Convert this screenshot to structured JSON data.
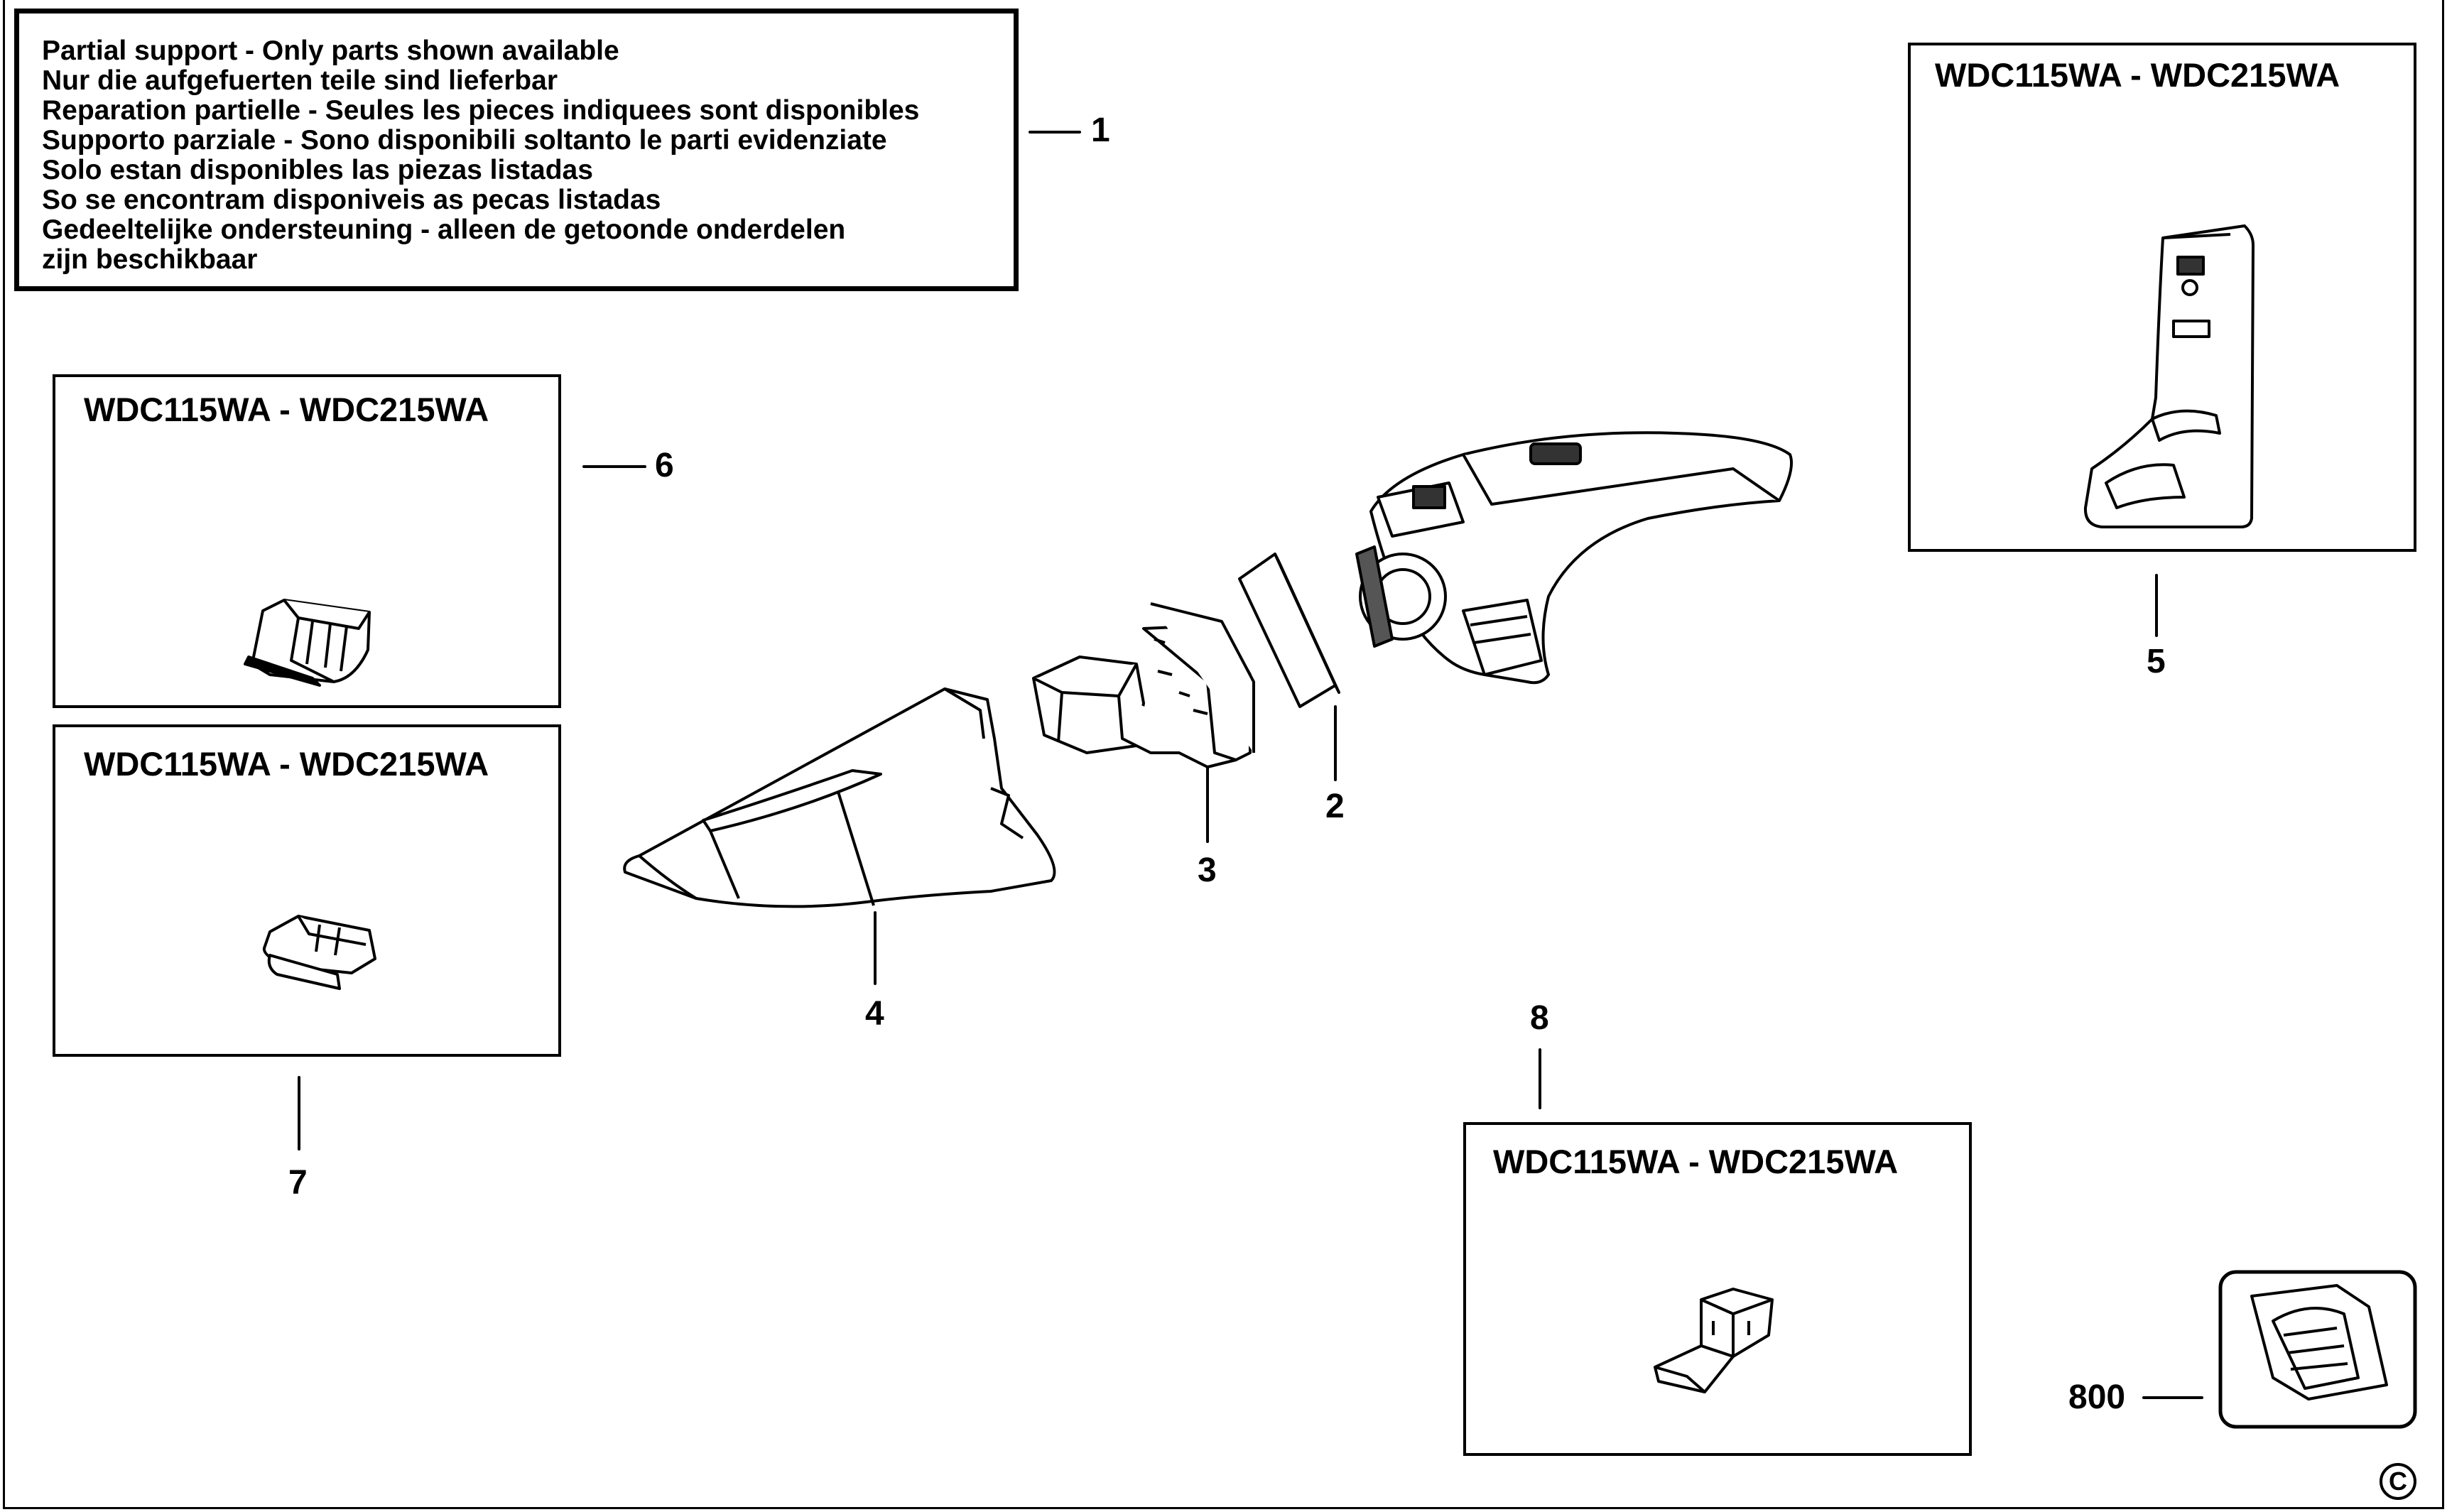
{
  "notice": {
    "lines": [
      "Partial support - Only parts shown available",
      "Nur die aufgefuerten teile sind lieferbar",
      "Reparation partielle - Seules les pieces indiquees sont disponibles",
      "Supporto parziale - Sono disponibili soltanto le parti evidenziate",
      "Solo estan disponibles las piezas listadas",
      "So se encontram disponiveis as pecas listadas",
      "Gedeeltelijke ondersteuning - alleen de getoonde onderdelen",
      "zijn beschikbaar"
    ]
  },
  "boxes": {
    "wall_mount": {
      "title": "WDC115WA - WDC215WA"
    },
    "brush_tool": {
      "title": "WDC115WA - WDC215WA"
    },
    "squeegee_tool": {
      "title": "WDC115WA - WDC215WA"
    },
    "crevice_tool": {
      "title": "WDC115WA - WDC215WA"
    }
  },
  "callouts": {
    "notice": "1",
    "filter": "2",
    "filter_cage": "3",
    "bowl": "4",
    "wall_mount": "5",
    "brush_tool": "6",
    "squeegee_tool": "7",
    "crevice_tool": "8",
    "bag_kit": "800"
  },
  "copyright": "C"
}
